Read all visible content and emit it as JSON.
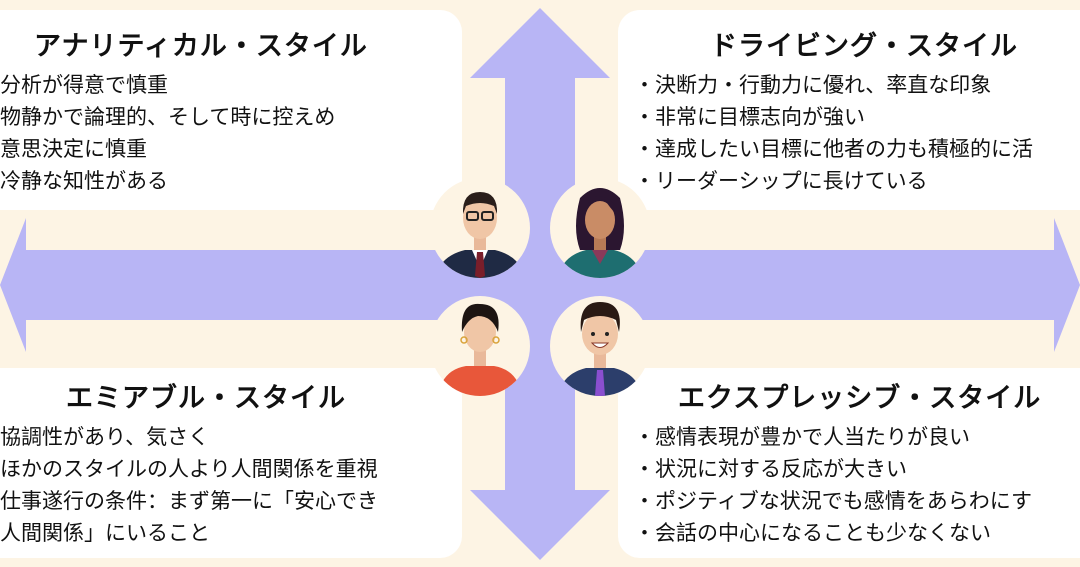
{
  "quadrants": {
    "analytical": {
      "title": "アナリティカル・スタイル",
      "items": [
        "分析が得意で慎重",
        "物静かで論理的、そして時に控えめ",
        "意思決定に慎重",
        "冷静な知性がある"
      ]
    },
    "driving": {
      "title": "ドライビング・スタイル",
      "items": [
        "・決断力・行動力に優れ、率直な印象",
        "・非常に目標志向が強い",
        "・達成したい目標に他者の力も積極的に活",
        "・リーダーシップに長けている"
      ]
    },
    "amiable": {
      "title": "エミアブル・スタイル",
      "items": [
        "協調性があり、気さく",
        "ほかのスタイルの人より人間関係を重視",
        "仕事遂行の条件：まず第一に「安心でき",
        "人間関係」にいること"
      ]
    },
    "expressive": {
      "title": "エクスプレッシブ・スタイル",
      "items": [
        "・感情表現が豊かで人当たりが良い",
        "・状況に対する反応が大きい",
        "・ポジティブな状況でも感情をあらわにす",
        "・会話の中心になることも少なくない"
      ]
    }
  },
  "colors": {
    "background": "#fdf4e4",
    "arrow": "#b8b5f5",
    "box": "#ffffff"
  }
}
